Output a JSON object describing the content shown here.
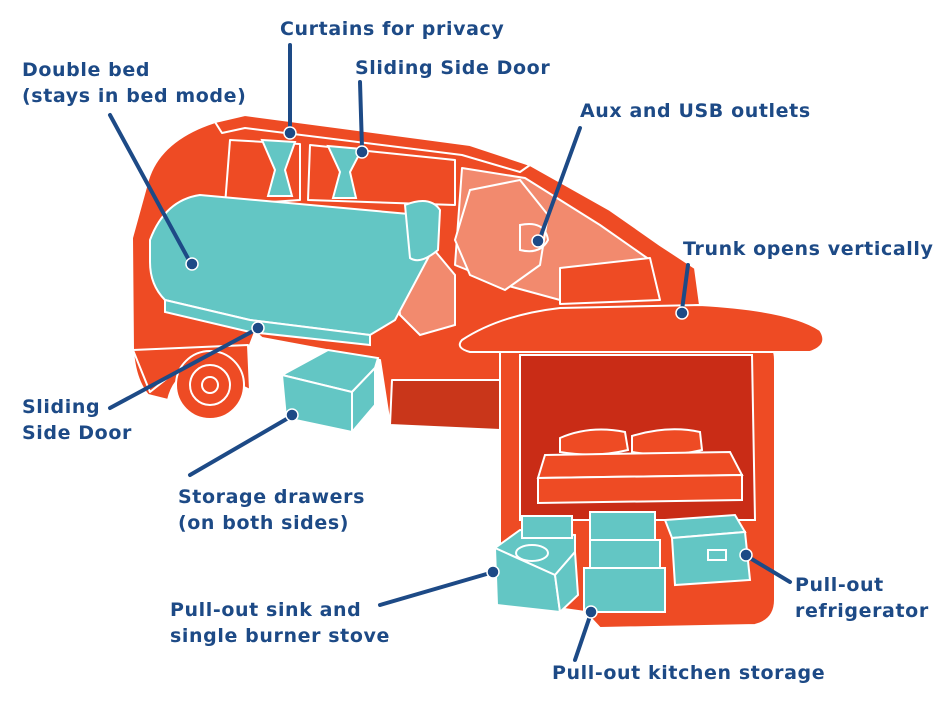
{
  "colors": {
    "van_body": "#ee4b24",
    "van_dark": "#c9361a",
    "interior": "#c92c16",
    "seat": "#f28a6e",
    "bed_and_storage": "#63c6c4",
    "outline": "#ffffff",
    "label_text": "#1d4a86",
    "leader_line": "#1d4a86"
  },
  "labels": {
    "curtains": {
      "line1": "Curtains for privacy"
    },
    "sliding_door_top": {
      "line1": "Sliding Side Door"
    },
    "double_bed": {
      "line1": "Double bed",
      "line2": "(stays in bed mode)"
    },
    "aux_usb": {
      "line1": "Aux and USB outlets"
    },
    "trunk": {
      "line1": "Trunk opens vertically"
    },
    "sliding_door_left": {
      "line1": "Sliding",
      "line2": "Side Door"
    },
    "storage_drawers": {
      "line1": "Storage drawers",
      "line2": "(on both sides)"
    },
    "sink_stove": {
      "line1": "Pull-out sink and",
      "line2": "single burner stove"
    },
    "refrigerator": {
      "line1": "Pull-out",
      "line2": "refrigerator"
    },
    "kitchen_storage": {
      "line1": "Pull-out kitchen storage"
    }
  }
}
